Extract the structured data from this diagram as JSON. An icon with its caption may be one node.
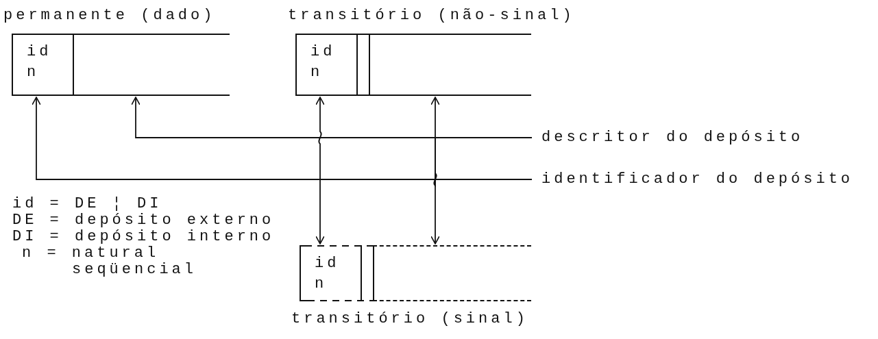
{
  "diagram": {
    "nodes": [
      {
        "text": [
          "permanente (dado)"
        ]
      },
      {
        "text": [
          "id n"
        ],
        "in": 0
      },
      {
        "text": [],
        "shape": "box",
        "in": 0
      },
      {
        "text": [
          "transitório (não-sinal)"
        ]
      },
      {
        "text": [
          "id n"
        ],
        "in": 3
      },
      {
        "text": [],
        "shape": "box",
        "in": 3
      },
      {
        "text": [
          "transitório (sinal)"
        ]
      },
      {
        "text": [
          "id n"
        ],
        "in": 6
      },
      {
        "text": [],
        "shape": "box",
        "in": 6
      },
      {
        "text": [
          "descritor do depósito"
        ]
      },
      {
        "text": [
          "identificador do depósito"
        ]
      }
    ],
    "edges": [
      {
        "from": 10,
        "to": 1,
        "arrow": "to"
      },
      {
        "from": 10,
        "to": 4,
        "arrow": "to"
      },
      {
        "from": 10,
        "to": 7,
        "arrow": "to"
      },
      {
        "from": 9,
        "to": 2,
        "arrow": "to"
      },
      {
        "from": 9,
        "to": 5,
        "arrow": "to"
      },
      {
        "from": 9,
        "to": 8,
        "arrow": "to"
      }
    ],
    "labels": [
      "id = DE ¦ DI",
      "DE = depósito externo",
      "DI = depósito interno",
      "n = natural seqüencial"
    ]
  }
}
